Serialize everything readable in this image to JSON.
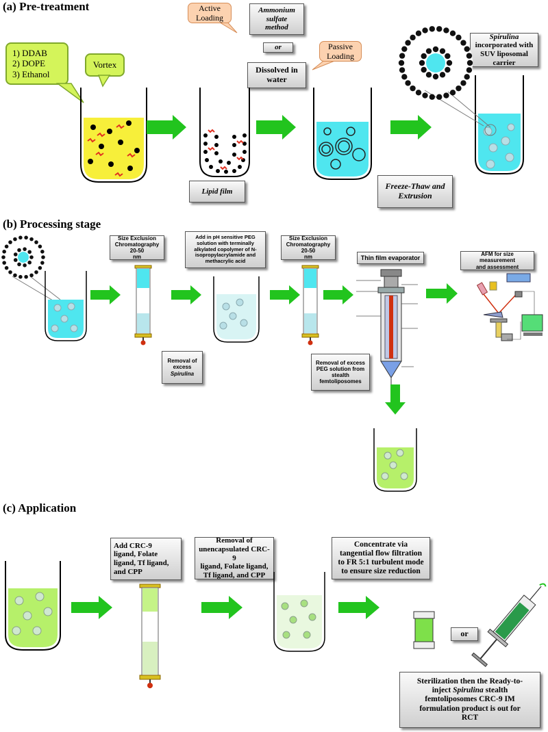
{
  "sections": {
    "a": "(a) Pre-treatment",
    "b": "(b) Processing stage",
    "c": "(c) Application"
  },
  "pretreatment": {
    "reagents": "1) DDAB\n2) DOPE\n3) Ethanol",
    "vortex": "Vortex",
    "active_loading": "Active\nLoading",
    "ammonium": "Ammonium\nsulfate\nmethod",
    "or": "or",
    "passive_loading": "Passive\nLoading",
    "dissolved": "Dissolved in\nwater",
    "spirulina_carrier_word": "Spirulina",
    "spirulina_carrier_rest": "incorporated with\nSUV liposomal\ncarrier",
    "lipid_film": "Lipid film",
    "freeze_thaw": "Freeze-Thaw and\nExtrusion"
  },
  "processing": {
    "sec1": "Size Exclusion\nChromatography 20-50\nnm",
    "peg": "Add in pH sensitive PEG\nsolution with terminally\nalkylated copolymer of N-\nisopropylacrylamide and\nmethacrylic acid",
    "sec2": "Size Exclusion\nChromatography 20-50\nnm",
    "thin_film": "Thin film evaporator",
    "afm": "AFM for size  measurement\nand assessment",
    "removal_excess": "Removal of\nexcess",
    "removal_spirulina": "Spirulina",
    "removal_peg": "Removal of excess\nPEG solution from\nstealth\nfemtoliposomes"
  },
  "application": {
    "add_ligand": "Add CRC-9\nligand, Folate\nligand, Tf ligand,\nand CPP",
    "removal_ligand": "Removal of\nunencapsulated CRC-9\nligand, Folate ligand,\nTf ligand, and CPP",
    "concentrate": "Concentrate via\ntangential flow filtration\nto FR 5:1 turbulent mode\nto ensure size reduction",
    "or": "or",
    "final_1": "Sterilization then the Ready-to-\ninject ",
    "final_spirulina": "Spirulina",
    "final_2": " stealth\nfemtoliposomes CRC-9 IM\nformulation product is out for\nRCT"
  },
  "colors": {
    "arrow": "#22c41e",
    "yellow_liquid": "#f7ef3a",
    "cyan_liquid": "#4fe6ef",
    "light_cyan": "#d8f4f4",
    "green_liquid": "#b6f06a",
    "pale_green": "#e9f8df"
  }
}
